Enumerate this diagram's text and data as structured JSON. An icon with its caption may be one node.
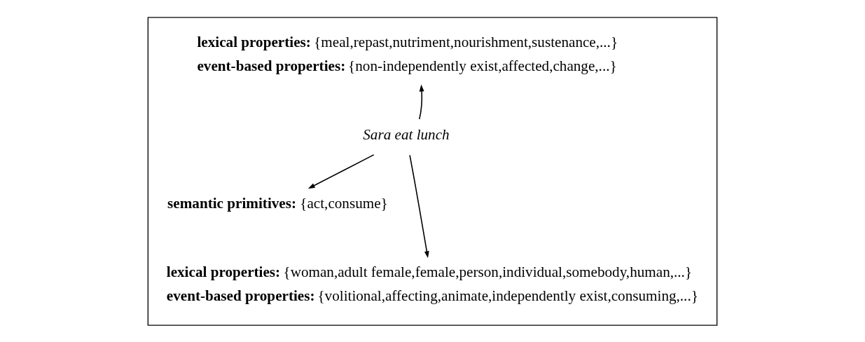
{
  "diagram": {
    "nodes": [
      {
        "text": [],
        "shape": "box"
      },
      {
        "text": [
          "**lexical properties:** {meal,repast,nutriment,nourishment,sustenance,...}",
          "**event-based properties:** {non-independently exist,affected,change,...}"
        ],
        "in": 0
      },
      {
        "text": [
          "Sara eat lunch"
        ],
        "in": 0
      },
      {
        "text": [
          "**semantic primitives:** {act,consume}"
        ],
        "in": 0
      },
      {
        "text": [
          "**lexical properties:** {woman,adult female,female,person,individual,somebody,human,...}",
          "**event-based properties:** {volitional,affecting,animate,independently exist,consuming,...}"
        ],
        "in": 0
      }
    ],
    "edges": [
      {
        "from": 2,
        "to": 1,
        "arrow": "to"
      },
      {
        "from": 2,
        "to": 3,
        "arrow": "to"
      },
      {
        "from": 2,
        "to": 4,
        "arrow": "to"
      }
    ]
  }
}
